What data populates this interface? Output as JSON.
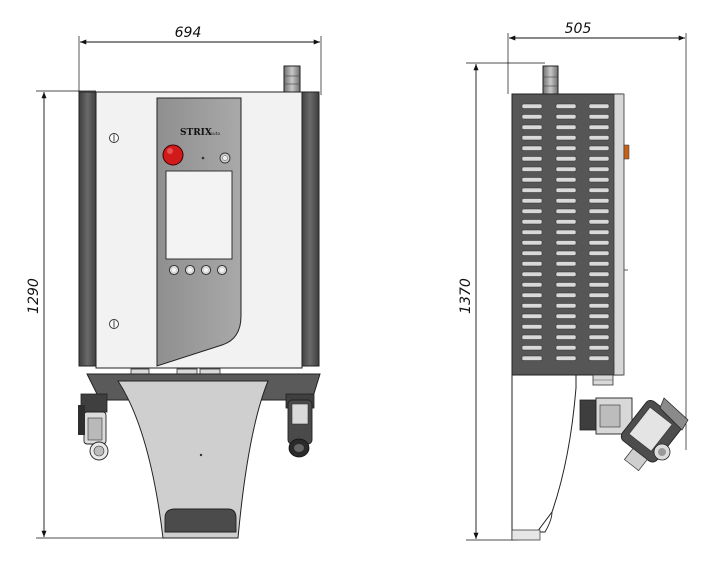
{
  "diagram": {
    "front_view": {
      "width_dimension": "694",
      "height_dimension": "1290",
      "brand_label": "STRIX",
      "brand_suffix": "auto",
      "keypad_buttons": 4
    },
    "side_view": {
      "width_dimension": "505",
      "height_dimension": "1370"
    }
  },
  "colors": {
    "line": "#222222",
    "body_light": "#f2f2f2",
    "panel_grey": "#9a9a9a",
    "side_dark": "#565656",
    "stop_red": "#d11a1a",
    "vent": "#d9d9d9"
  }
}
